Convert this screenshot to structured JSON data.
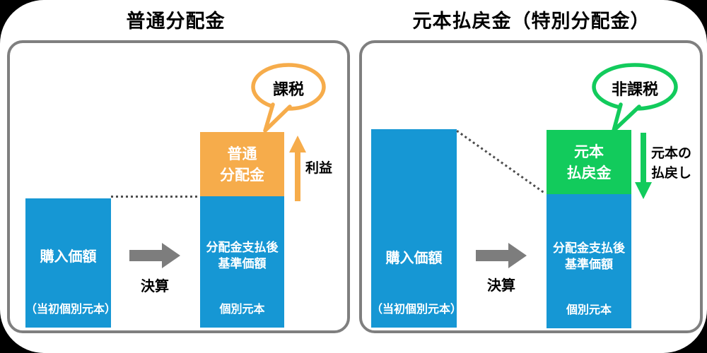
{
  "colors": {
    "blue": "#1697D4",
    "orange": "#F6AC4B",
    "green": "#12CB5C",
    "arrow_gray": "#7D7D7D",
    "panel_border": "#7F7F7F",
    "dotted": "#4D4D4D"
  },
  "left": {
    "title": "普通分配金",
    "bubble_label": "課税",
    "distribution_box_line1": "普通",
    "distribution_box_line2": "分配金",
    "profit_label": "利益",
    "bar_before_label": "購入価額",
    "bar_before_sublabel": "（当初個別元本）",
    "settlement_label": "決算",
    "bar_after_label_line1": "分配金支払後",
    "bar_after_label_line2": "基準価額",
    "bar_after_sublabel": "個別元本"
  },
  "right": {
    "title": "元本払戻金（特別分配金）",
    "bubble_label": "非課税",
    "refund_box_line1": "元本",
    "refund_box_line2": "払戻金",
    "refund_label_line1": "元本の",
    "refund_label_line2": "払戻し",
    "bar_before_label": "購入価額",
    "bar_before_sublabel": "（当初個別元本）",
    "settlement_label": "決算",
    "bar_after_label_line1": "分配金支払後",
    "bar_after_label_line2": "基準価額",
    "bar_after_sublabel": "個別元本"
  }
}
